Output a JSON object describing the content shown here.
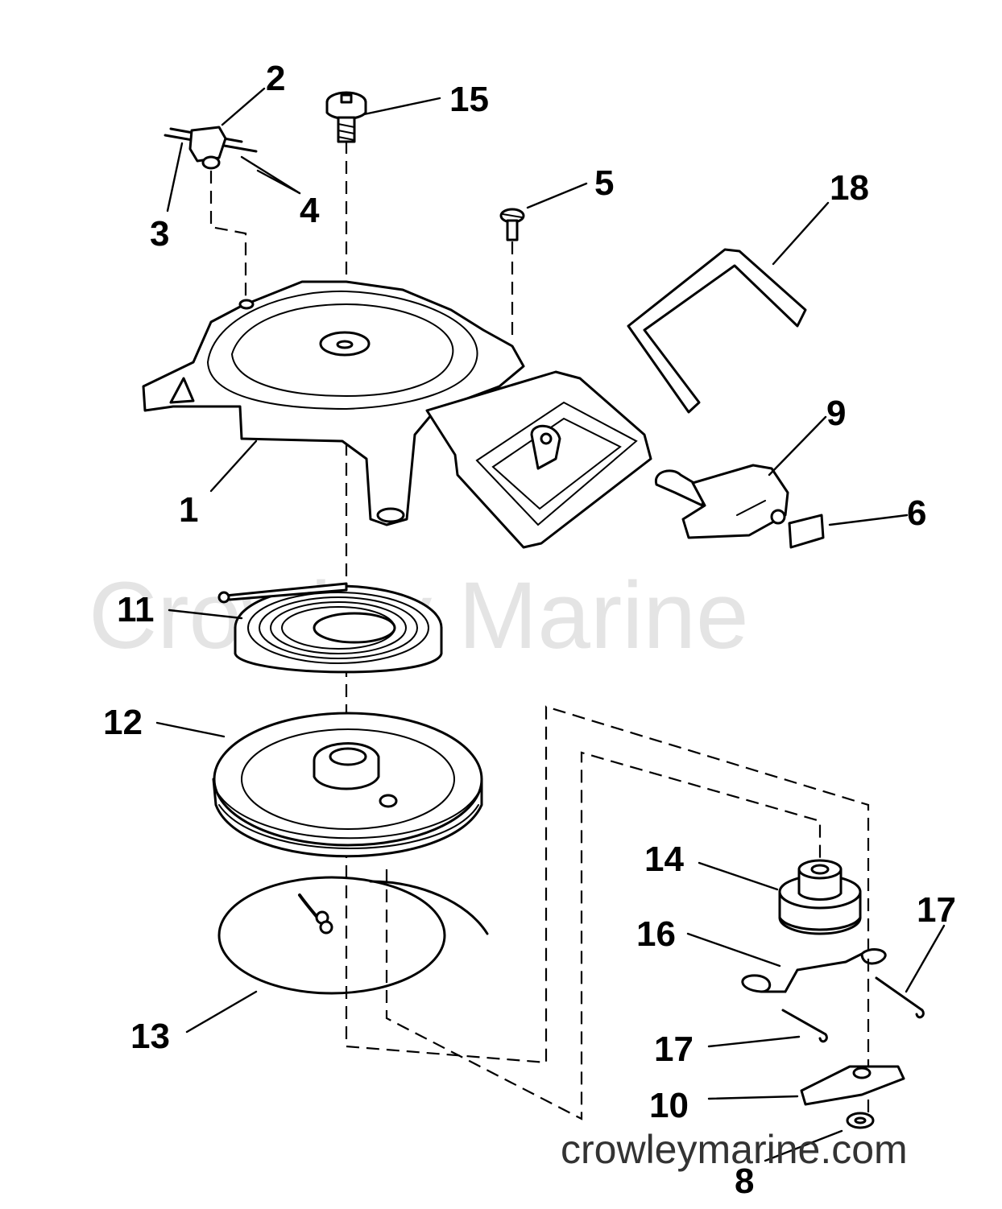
{
  "watermark": "Crowley Marine",
  "footer_url": "crowleymarine.com",
  "callouts": [
    {
      "id": "1",
      "label": "1"
    },
    {
      "id": "2",
      "label": "2"
    },
    {
      "id": "3",
      "label": "3"
    },
    {
      "id": "4",
      "label": "4"
    },
    {
      "id": "5",
      "label": "5"
    },
    {
      "id": "6",
      "label": "6"
    },
    {
      "id": "8",
      "label": "8"
    },
    {
      "id": "9",
      "label": "9"
    },
    {
      "id": "10",
      "label": "10"
    },
    {
      "id": "11",
      "label": "11"
    },
    {
      "id": "12",
      "label": "12"
    },
    {
      "id": "13",
      "label": "13"
    },
    {
      "id": "14",
      "label": "14"
    },
    {
      "id": "15",
      "label": "15"
    },
    {
      "id": "16",
      "label": "16"
    },
    {
      "id": "17a",
      "label": "17"
    },
    {
      "id": "17b",
      "label": "17"
    },
    {
      "id": "18",
      "label": "18"
    }
  ]
}
